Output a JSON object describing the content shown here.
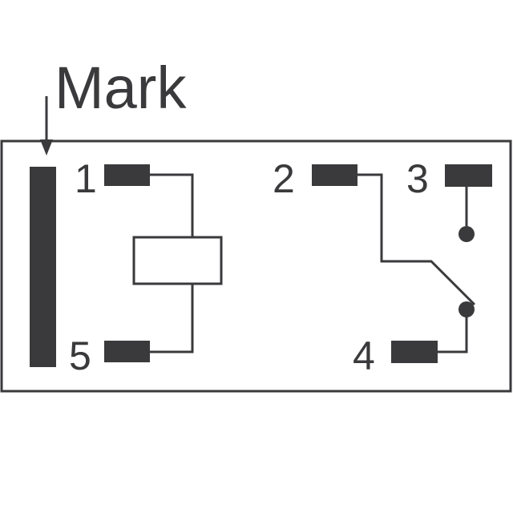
{
  "diagram": {
    "mark_label": "Mark",
    "pins": {
      "p1": "1",
      "p2": "2",
      "p3": "3",
      "p4": "4",
      "p5": "5"
    },
    "colors": {
      "ink": "#3a3a3c",
      "background": "#ffffff"
    }
  }
}
